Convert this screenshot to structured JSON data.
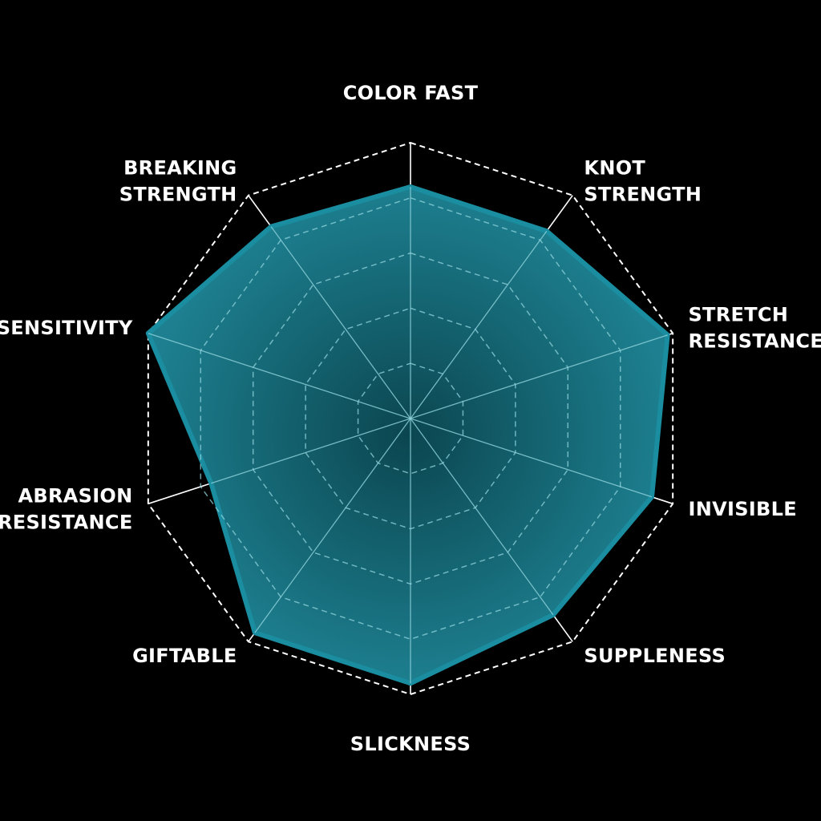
{
  "chart_data": {
    "type": "radar",
    "title": "",
    "axes": [
      {
        "key": "color_fast",
        "lines": [
          "COLOR FAST"
        ]
      },
      {
        "key": "knot_strength",
        "lines": [
          "KNOT",
          "STRENGTH"
        ]
      },
      {
        "key": "stretch_resistance",
        "lines": [
          "STRETCH",
          "RESISTANCE"
        ]
      },
      {
        "key": "invisible",
        "lines": [
          "INVISIBLE"
        ]
      },
      {
        "key": "suppleness",
        "lines": [
          "SUPPLENESS"
        ]
      },
      {
        "key": "slickness",
        "lines": [
          "SLICKNESS"
        ]
      },
      {
        "key": "giftable",
        "lines": [
          "GIFTABLE"
        ]
      },
      {
        "key": "abrasion_resistance",
        "lines": [
          "ABRASION",
          "RESISTANCE"
        ]
      },
      {
        "key": "sensitivity",
        "lines": [
          "SENSITIVITY"
        ]
      },
      {
        "key": "breaking_strength",
        "lines": [
          "BREAKING",
          "STRENGTH"
        ]
      }
    ],
    "scale": {
      "min": 0,
      "max": 5,
      "rings": 5
    },
    "series": [
      {
        "values": [
          4.2,
          4.2,
          4.9,
          4.6,
          4.4,
          4.8,
          4.8,
          3.8,
          5.0,
          4.3
        ]
      }
    ],
    "grid": true,
    "legend": "none"
  },
  "colors": {
    "background": "#000000",
    "fill_center": "#0b4650",
    "fill_edge": "#1d7f8f",
    "stroke": "#1a8ea0",
    "grid_inner": "#8fd3dc",
    "grid_outer": "#ffffff",
    "label": "#ffffff"
  }
}
